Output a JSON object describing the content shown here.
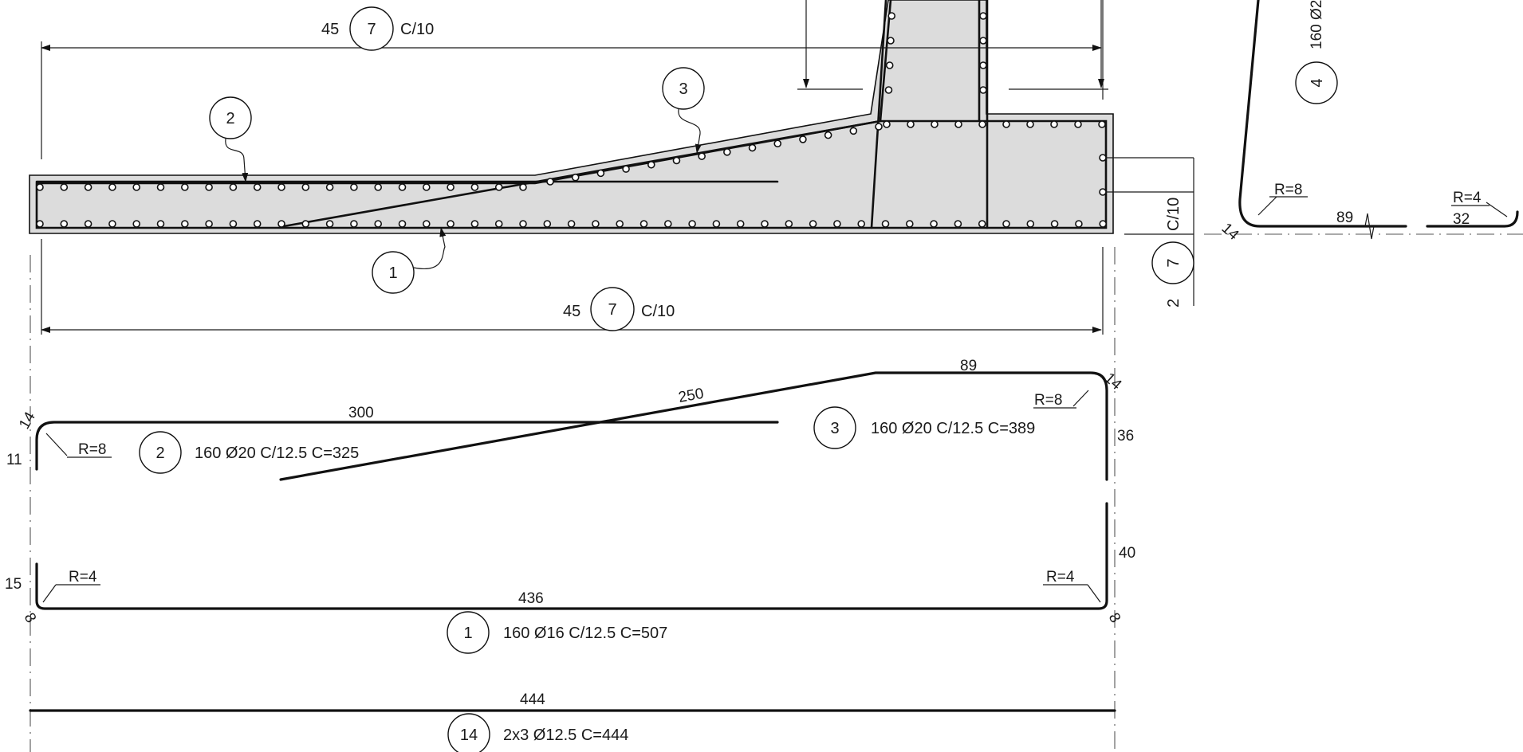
{
  "section": {
    "top_dimension": {
      "count": "45",
      "mark": "7",
      "spacing": "C/10"
    },
    "bottom_dimension": {
      "count": "45",
      "mark": "7",
      "spacing": "C/10"
    },
    "side_dimension": {
      "count": "2",
      "mark": "7",
      "spacing": "C/10"
    },
    "callouts": [
      "2",
      "3",
      "1"
    ]
  },
  "bar_4": {
    "mark": "4",
    "label": "160 Ø2",
    "radius_a": "R=8",
    "radius_b": "R=4",
    "length_a": "89",
    "length_b": "32",
    "hook": "14"
  },
  "bar_3": {
    "mark": "3",
    "spec": "160 Ø20 C/12.5 C=389",
    "len_slope": "250",
    "len_top": "89",
    "len_leg": "36",
    "radius": "R=8",
    "hook": "14"
  },
  "bar_2": {
    "mark": "2",
    "spec": "160 Ø20 C/12.5 C=325",
    "len_main": "300",
    "leg": "11",
    "radius": "R=8",
    "hook": "14"
  },
  "bar_1": {
    "mark": "1",
    "spec": "160 Ø16 C/12.5 C=507",
    "len_main": "436",
    "leg_left": "15",
    "leg_right": "40",
    "radius_left": "R=4",
    "radius_right": "R=4",
    "hook": "8"
  },
  "bar_14": {
    "mark": "14",
    "spec": "2x3 Ø12.5  C=444",
    "len_main": "444"
  }
}
